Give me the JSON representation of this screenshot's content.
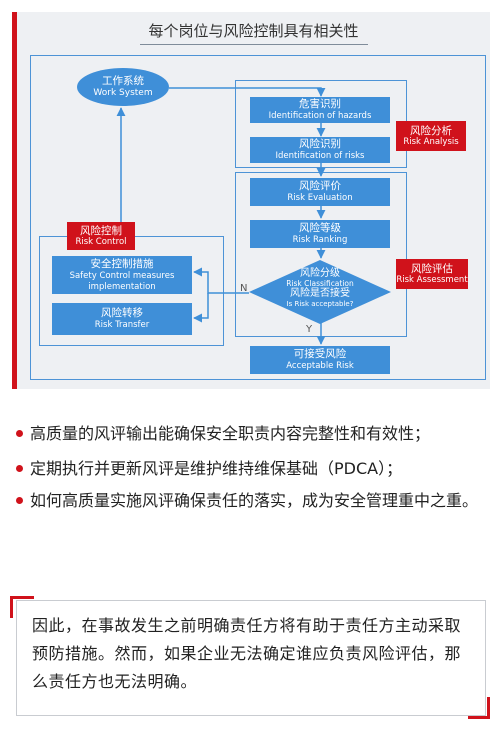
{
  "diagram": {
    "title": "每个岗位与风险控制具有相关性",
    "work_system": {
      "zh": "工作系统",
      "en": "Work System"
    },
    "boxes": {
      "hazards": {
        "zh": "危害识别",
        "en": "Identification of hazards"
      },
      "risks": {
        "zh": "风险识别",
        "en": "Identification of risks"
      },
      "evaluation": {
        "zh": "风险评价",
        "en": "Risk Evaluation"
      },
      "ranking": {
        "zh": "风险等级",
        "en": "Risk Ranking"
      },
      "classification": {
        "zh1": "风险分级",
        "en1": "Risk Classification",
        "zh2": "风险是否接受",
        "en2": "Is Risk acceptable?"
      },
      "safety_control": {
        "zh": "安全控制措施",
        "en1": "Safety Control measures",
        "en2": "implementation"
      },
      "transfer": {
        "zh": "风险转移",
        "en": "Risk Transfer"
      },
      "acceptable": {
        "zh": "可接受风险",
        "en": "Acceptable Risk"
      }
    },
    "tags": {
      "analysis": {
        "zh": "风险分析",
        "en": "Risk Analysis"
      },
      "assessment": {
        "zh": "风险评估",
        "en": "Risk Assessment"
      },
      "control": {
        "zh": "风险控制",
        "en": "Risk Control"
      }
    },
    "no_label": "N",
    "yes_label": "Y",
    "colors": {
      "box": "#3f8fd8",
      "frame": "#4d93d6",
      "accent": "#d0121b",
      "panel": "#eef0f3"
    }
  },
  "bullets": [
    "高质量的风评输出能确保安全职责内容完整性和有效性；",
    "定期执行并更新风评是维护维持维保基础（PDCA）；",
    "如何高质量实施风评确保责任的落实，成为安全管理重中之重。"
  ],
  "quote": "因此，在事故发生之前明确责任方将有助于责任方主动采取预防措施。然而，如果企业无法确定谁应负责风险评估，那么责任方也无法明确。"
}
